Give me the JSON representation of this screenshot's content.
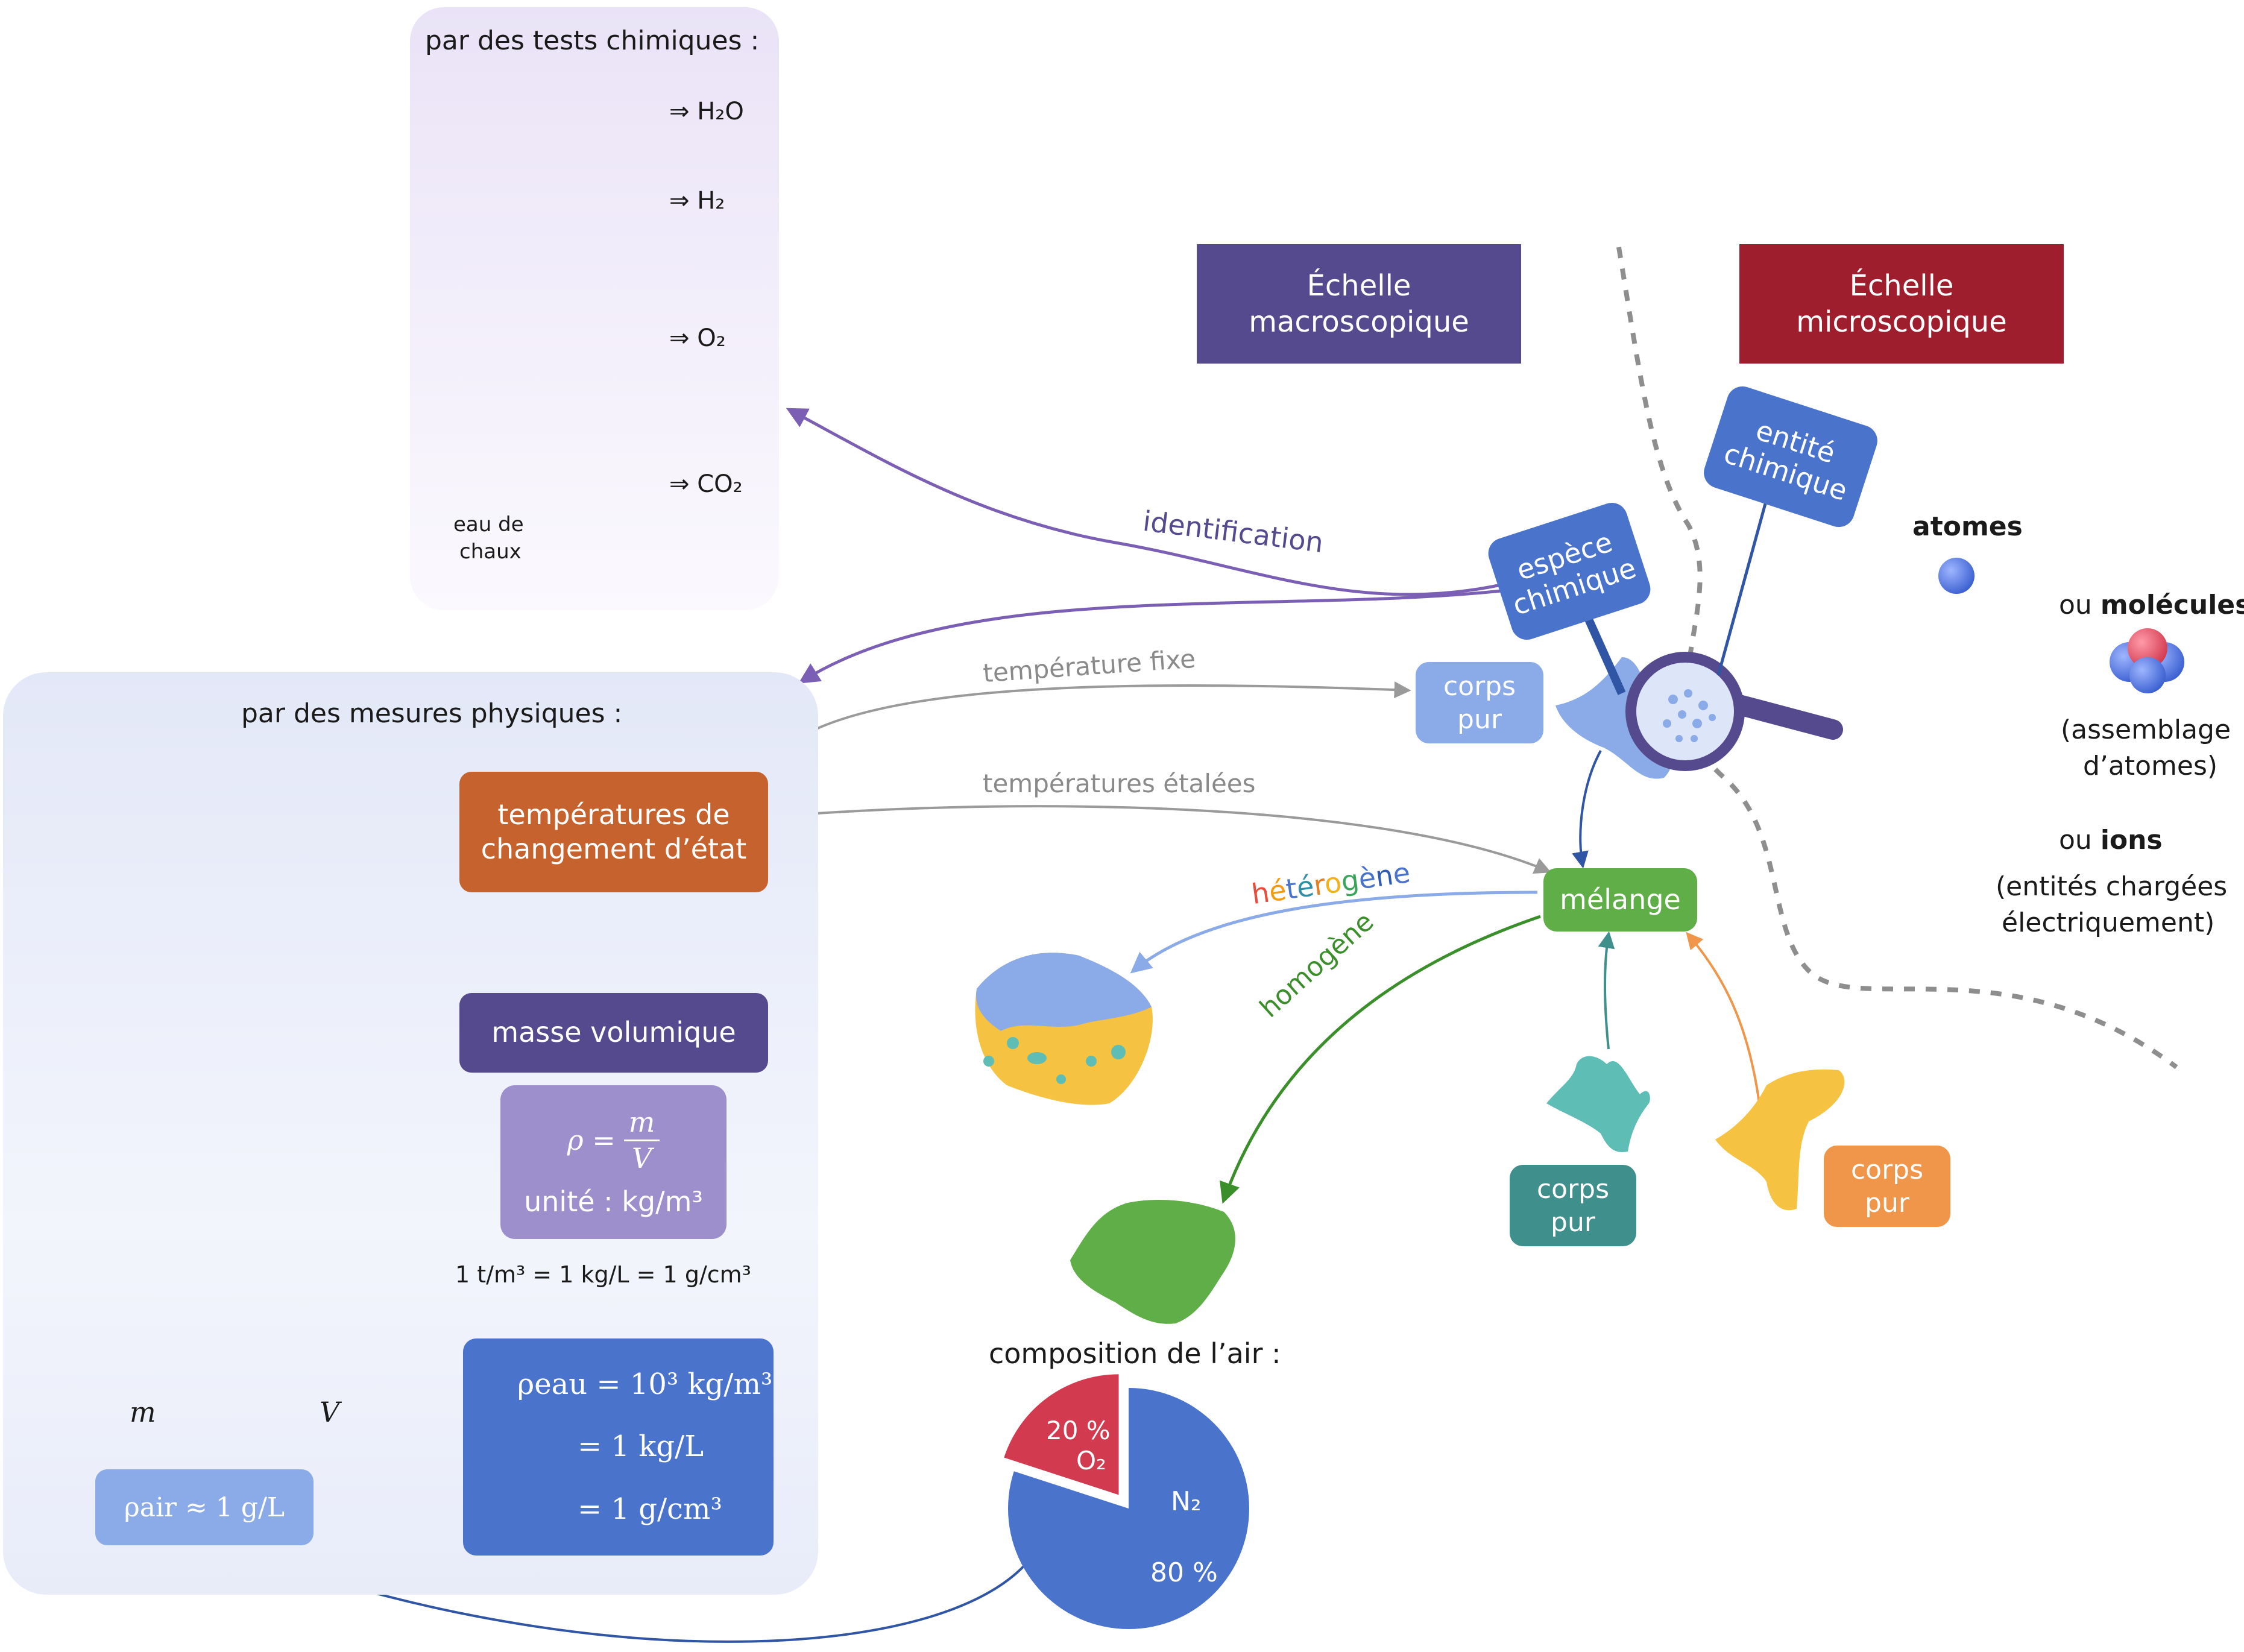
{
  "scales": {
    "macro": {
      "line1": "Échelle",
      "line2": "macroscopique",
      "color": "#554a8e"
    },
    "micro": {
      "line1": "Échelle",
      "line2": "microscopique",
      "color": "#9f1e2e"
    }
  },
  "chem_tests": {
    "title": "par des tests chimiques :",
    "results": [
      "⇒ H₂O",
      "⇒ H₂",
      "⇒ O₂",
      "⇒ CO₂"
    ],
    "eau_de_chaux": {
      "line1": "eau de",
      "line2": "chaux"
    }
  },
  "phys": {
    "title": "par des mesures physiques :",
    "temperatures": {
      "line1": "températures de",
      "line2": "changement d’état",
      "color": "#c5622d"
    },
    "masse_volumique": {
      "label": "masse volumique",
      "color": "#554a8e"
    },
    "formula": {
      "rho": "ρ =",
      "num": "m",
      "den": "V",
      "unit": "unité : kg/m³",
      "color": "#9d8fcc"
    },
    "conversion": "1 t/m³ = 1 kg/L = 1 g/cm³",
    "rho_eau": {
      "line1": "ρeau = 10³ kg/m³",
      "line2": "= 1 kg/L",
      "line3": "= 1 g/cm³",
      "color": "#4a73cc"
    },
    "rho_air": {
      "label": "ρair ≈ 1 g/L",
      "color": "#8aaae8"
    },
    "m_label": "m",
    "v_label": "V"
  },
  "arrows": {
    "identification": "identification",
    "temperature_fixe": "température fixe",
    "temperatures_etalees": "températures étalées",
    "heterogene": "hétérogène",
    "homogene": "homogène"
  },
  "heterogene_letters": [
    {
      "t": "h",
      "c": "#e74c3c"
    },
    {
      "t": "é",
      "c": "#f39c12"
    },
    {
      "t": "t",
      "c": "#4a73cc"
    },
    {
      "t": "é",
      "c": "#2f8fa6"
    },
    {
      "t": "r",
      "c": "#e67e22"
    },
    {
      "t": "o",
      "c": "#f1b21b"
    },
    {
      "t": "g",
      "c": "#3aa55a"
    },
    {
      "t": "è",
      "c": "#4a73cc"
    },
    {
      "t": "n",
      "c": "#2f5bb5"
    },
    {
      "t": "e",
      "c": "#4a73cc"
    }
  ],
  "nodes": {
    "espece_chimique": {
      "line1": "espèce",
      "line2": "chimique",
      "color": "#4a73cc"
    },
    "entite_chimique": {
      "line1": "entité",
      "line2": "chimique",
      "color": "#4a73cc"
    },
    "corps_pur_top": {
      "line1": "corps",
      "line2": "pur",
      "color": "#8aaae8"
    },
    "melange": {
      "label": "mélange",
      "color": "#5fae48"
    },
    "corps_pur_teal": {
      "line1": "corps",
      "line2": "pur",
      "color": "#3f8f8c"
    },
    "corps_pur_orange": {
      "line1": "corps",
      "line2": "pur",
      "color": "#f0964a"
    }
  },
  "micro_side": {
    "atomes": "atomes",
    "ou_molecules_prefix": "ou",
    "molecules": "molécules",
    "assemblage_line1": "(assemblage",
    "assemblage_line2": "d’atomes)",
    "ou_ions_prefix": "ou",
    "ions": "ions",
    "charged_line1": "(entités chargées",
    "charged_line2": "électriquement)"
  },
  "air": {
    "title": "composition de l’air :",
    "chart_data": {
      "type": "pie",
      "title": "composition de l’air :",
      "categories": [
        "N₂",
        "O₂"
      ],
      "values": [
        80,
        20
      ],
      "labels": [
        "80 %",
        "20 %"
      ],
      "colors": [
        "#4a73cc",
        "#d23a4f"
      ]
    }
  },
  "colors": {
    "purple_arrow": "#7b5fb5",
    "gray_arrow": "#9a9a9a",
    "blue_arrow": "#2f55a4",
    "green_arrow": "#3a8f2a",
    "orange_arrow": "#f0964a",
    "teal_arrow": "#3f8f8c",
    "light_blue_arrow": "#8aaae8"
  }
}
